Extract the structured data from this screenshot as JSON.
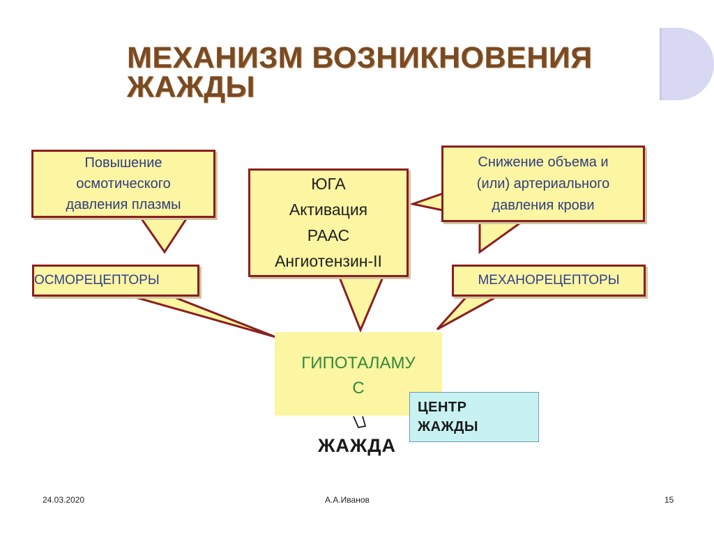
{
  "slide": {
    "title_line1": "МЕХАНИЗМ ВОЗНИКНОВЕНИЯ",
    "title_line2": "ЖАЖДЫ"
  },
  "diagram": {
    "osmotic_pressure": [
      "Повышение",
      "осмотического",
      "давления плазмы"
    ],
    "juga": [
      "ЮГА",
      "Активация",
      "РААС",
      "Ангиотензин-II"
    ],
    "volume_decrease": [
      "Снижение объема и",
      "(или) артериального",
      "давления крови"
    ],
    "osmoreceptors": "ОСМОРЕЦЕПТОРЫ",
    "mechanoreceptors": "МЕХАНОРЕЦЕПТОРЫ",
    "hypothalamus": [
      "ГИПОТАЛАМУ",
      "С"
    ],
    "thirst_center": [
      "ЦЕНТР",
      "ЖАЖДЫ"
    ],
    "thirst": "ЖАЖДА"
  },
  "footer": {
    "date": "24.03.2020",
    "author": "А.А.Иванов",
    "page": "15"
  },
  "colors": {
    "title": "#7a4a22",
    "box_fill": "#fcf5a2",
    "box_border": "#8a1e1e",
    "box_text": "#2e3e7e",
    "hypothalamus_text": "#2f8a3a",
    "center_fill": "#c8f2f2"
  }
}
